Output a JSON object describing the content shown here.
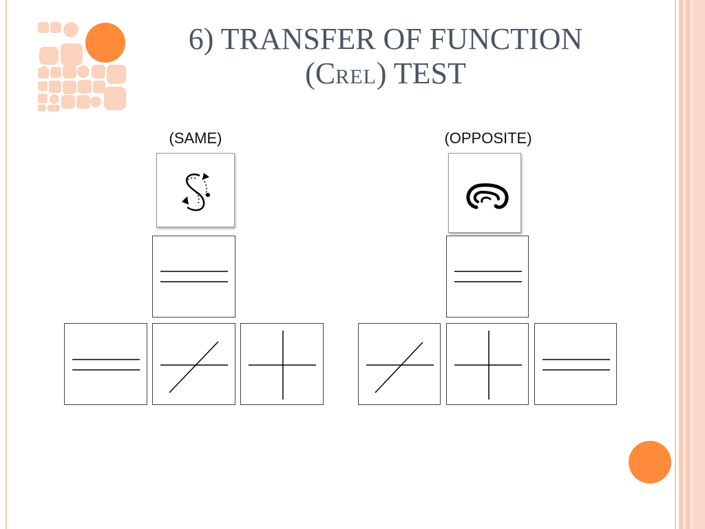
{
  "slide": {
    "title_line1": "6) TRANSFER OF FUNCTION",
    "title_paren_open": "(",
    "title_c": "C",
    "title_rel": "REL",
    "title_paren_close": ")",
    "title_test": " TEST"
  },
  "same_panel": {
    "label": "(SAME)",
    "stimulus_icon": "s-curve-arrows-icon",
    "middle_symbol": "equal-lines",
    "bottom_symbols": [
      "equal-lines",
      "diagonal-cross",
      "plus-cross"
    ]
  },
  "opposite_panel": {
    "label": "(OPPOSITE)",
    "stimulus_icon": "spiral-curl-icon",
    "middle_symbol": "equal-lines",
    "bottom_symbols": [
      "diagonal-cross",
      "plus-cross",
      "equal-lines"
    ]
  },
  "colors": {
    "title": "#4b5563",
    "accent_orange": "#fd8b3b",
    "logo_peach": "#fbd2bc",
    "frame": "#f6c6b4"
  }
}
